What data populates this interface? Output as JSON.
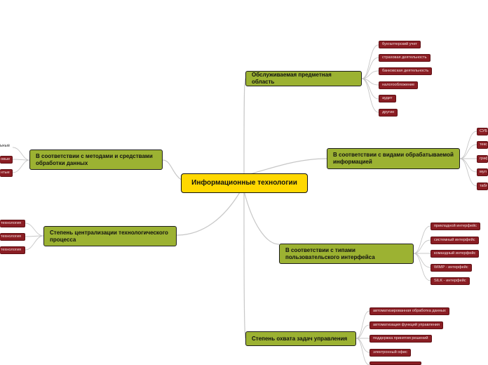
{
  "central": "Информационные технологии",
  "branches": {
    "subject": {
      "label": "Обслуживаемая предметная область",
      "leaves": [
        "бухгалтерский учет",
        "страховая деятельность",
        "банковская деятельность",
        "налогообложение",
        "аудит",
        "другие"
      ]
    },
    "data_types": {
      "label": "В соответствии с видами обрабатываемой информацией",
      "leaves": [
        "СУБД",
        "текс",
        "граф",
        "мул",
        "табл"
      ]
    },
    "interface": {
      "label": "В соответствии с типами пользовательского интерфейса",
      "leaves": [
        "прикладной интерфейс",
        "системный интерфейс",
        "командный интерфейс",
        "WIMP - интерфейс",
        "SILK - интерфейс"
      ]
    },
    "coverage": {
      "label": "Степень охвата задач управления",
      "leaves": [
        "автоматизированная обработка данных",
        "автоматизация функций управления",
        "поддержка принятия решений",
        "электронный офис",
        ""
      ]
    },
    "methods": {
      "label": "В соответствии с методами и средствами обработки данных",
      "leaves": [
        "ьные",
        "овые",
        "нтые"
      ]
    },
    "centralization": {
      "label": "Степень централизации технологического процесса",
      "leaves": [
        "технология",
        "технология",
        "технология"
      ]
    }
  }
}
